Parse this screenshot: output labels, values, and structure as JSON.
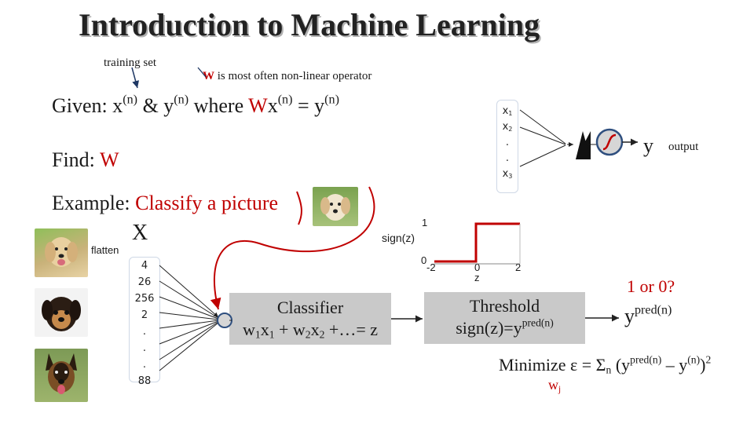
{
  "title": "Introduction to Machine Learning",
  "training_set_label": "training set",
  "operator_note": {
    "bold": "W",
    "rest": " is most often non-linear operator"
  },
  "given": {
    "prefix": "Given: x",
    "sup1": "(n)",
    "mid": " & y",
    "sup2": "(n)",
    "where": " where ",
    "W": "W",
    "x": "x",
    "sup3": "(n)",
    "eq": " = y",
    "sup4": "(n)"
  },
  "find": {
    "prefix": "Find: ",
    "W": "W"
  },
  "example": {
    "prefix": "Example: ",
    "red": "Classify a picture"
  },
  "X_label": "X",
  "flatten_label": "flatten",
  "input_vector": [
    "4",
    "26",
    "256",
    "2",
    ".",
    ".",
    ".",
    "88"
  ],
  "network_inputs": [
    "x1",
    "x2",
    ".",
    ".",
    "x3"
  ],
  "network_inputs_fmt": [
    {
      "b": "x",
      "s": "1"
    },
    {
      "b": "x",
      "s": "2"
    },
    {
      "b": ".",
      "s": ""
    },
    {
      "b": ".",
      "s": ""
    },
    {
      "b": "x",
      "s": "3"
    }
  ],
  "y_label": "y",
  "output_label": "output",
  "sign_chart": {
    "fn_label": "sign(z)",
    "y_top": "1",
    "y_zero": "0",
    "x_neg": "-2",
    "x_zero": "0",
    "x_pos": "2",
    "x_name": "z"
  },
  "classifier": {
    "line1": "Classifier",
    "w": "w",
    "s1": "1",
    "x": "x",
    "s2": "1",
    "plus": " + w",
    "s3": "2",
    "x2": "x",
    "s4": "2",
    "tail": " +…= z"
  },
  "threshold": {
    "line1": "Threshold",
    "line2a": "sign(z)=y",
    "sup": "pred(n)"
  },
  "answer": {
    "line1": "1 or 0?",
    "y": "y",
    "sup": "pred(n)"
  },
  "minimize": {
    "text": "Minimize ε = Σ",
    "sub": "n",
    "open": " (y",
    "sup1": "pred(n)",
    "minus": " – y",
    "sup2": "(n)",
    "close": ")",
    "sup3": "2"
  },
  "wj": {
    "w": "w",
    "sub": "j"
  },
  "colors": {
    "red": "#c00000",
    "gray_box": "#c9c9c9",
    "arrow": "#1f3864",
    "circle_border": "#2f4f7f"
  }
}
